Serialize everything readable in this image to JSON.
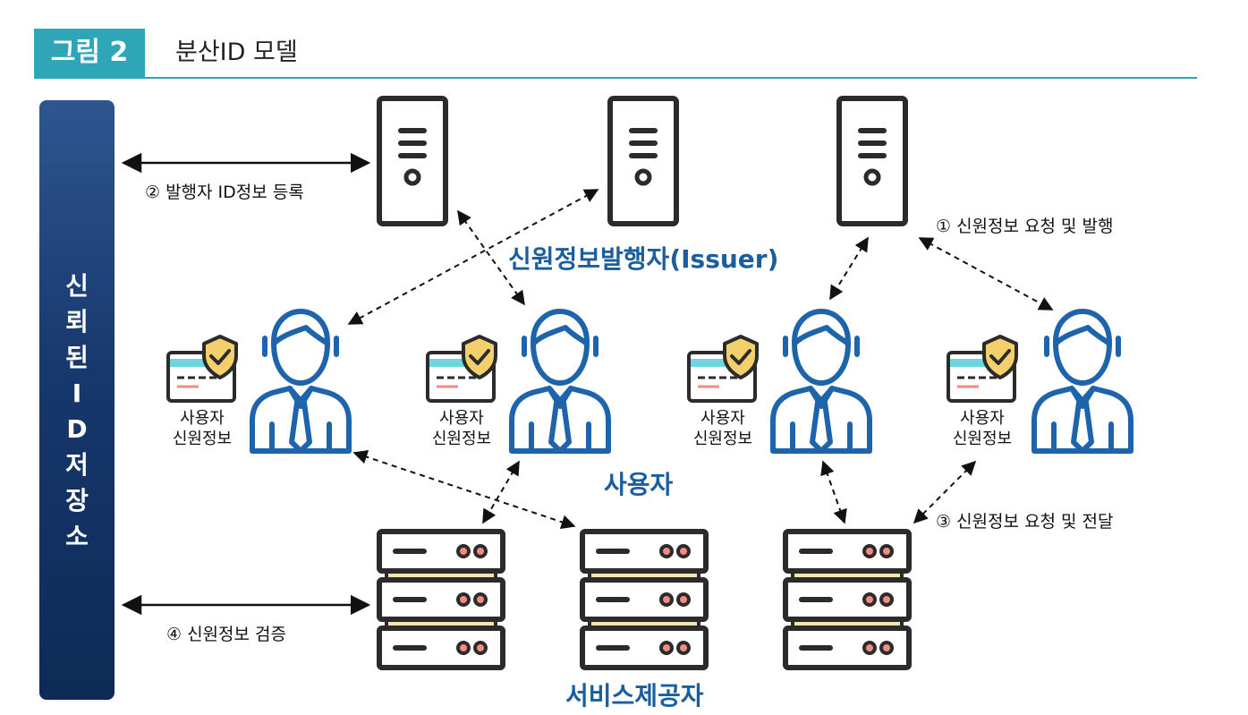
{
  "figure": {
    "tag": "그림 2",
    "title": "분산ID  모델"
  },
  "sidebar": {
    "label": "신뢰된 ID 저장소",
    "chars": [
      "신",
      "뢰",
      "된",
      "I",
      "D",
      "저",
      "장",
      "소"
    ]
  },
  "groups": {
    "issuer": "신원정보발행자(Issuer)",
    "user": "사용자",
    "service": "서비스제공자"
  },
  "steps": {
    "step1": "① 신원정보 요청 및 발행",
    "step2": "② 발행자 ID정보 등록",
    "step3": "③ 신원정보 요청 및 전달",
    "step4": "④ 신원정보 검증"
  },
  "credential": {
    "line1": "사용자",
    "line2": "신원정보"
  },
  "colors": {
    "accent": "#2fa6b8",
    "sidebar": "#17386d",
    "icon": "#1e64ac",
    "server": "#2b2b2b",
    "shield": "#f4d06c"
  },
  "icons": {
    "issuer": "tower-server-icon",
    "user": "user-person-icon",
    "credential": "id-card-shield-icon",
    "service": "rack-server-icon"
  }
}
